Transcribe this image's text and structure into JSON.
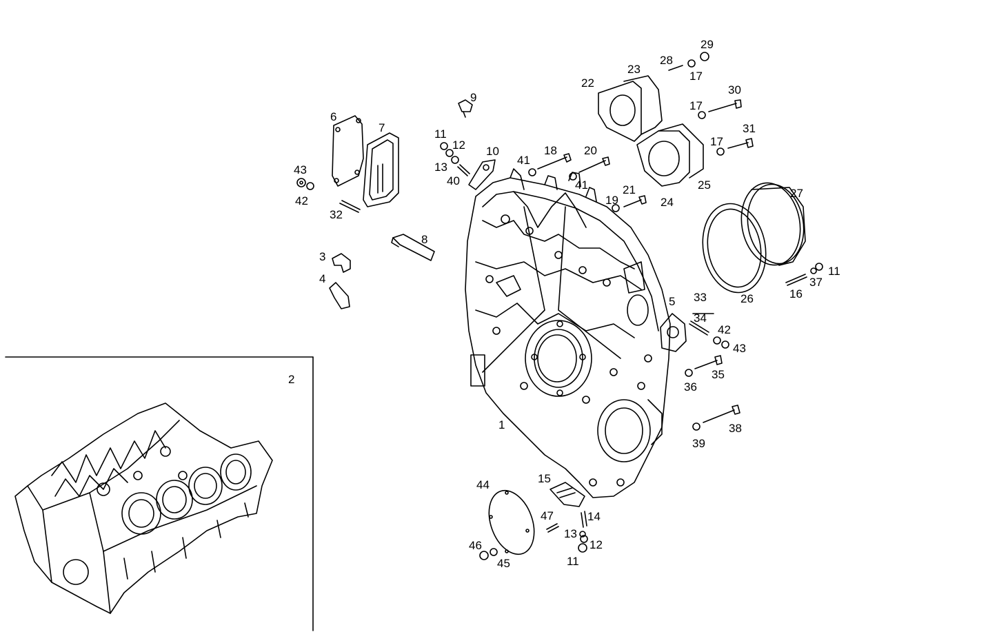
{
  "diagram": {
    "part_labels": {
      "p1": "1",
      "p2": "2",
      "p3": "3",
      "p4": "4",
      "p5": "5",
      "p6": "6",
      "p7": "7",
      "p8": "8",
      "p9": "9",
      "p10": "10",
      "p11a": "11",
      "p11b": "11",
      "p11c": "11",
      "p12a": "12",
      "p12b": "12",
      "p13a": "13",
      "p13b": "13",
      "p14": "14",
      "p15": "15",
      "p16": "16",
      "p17a": "17",
      "p17b": "17",
      "p17c": "17",
      "p18": "18",
      "p19": "19",
      "p20": "20",
      "p21": "21",
      "p22": "22",
      "p23": "23",
      "p24": "24",
      "p25": "25",
      "p26": "26",
      "p27": "27",
      "p28": "28",
      "p29": "29",
      "p30": "30",
      "p31": "31",
      "p32": "32",
      "p33": "33",
      "p34": "34",
      "p35": "35",
      "p36": "36",
      "p37": "37",
      "p38": "38",
      "p39": "39",
      "p40": "40",
      "p41a": "41",
      "p41b": "41",
      "p42a": "42",
      "p42b": "42",
      "p43a": "43",
      "p43b": "43",
      "p44": "44",
      "p45": "45",
      "p46": "46",
      "p47": "47"
    }
  }
}
